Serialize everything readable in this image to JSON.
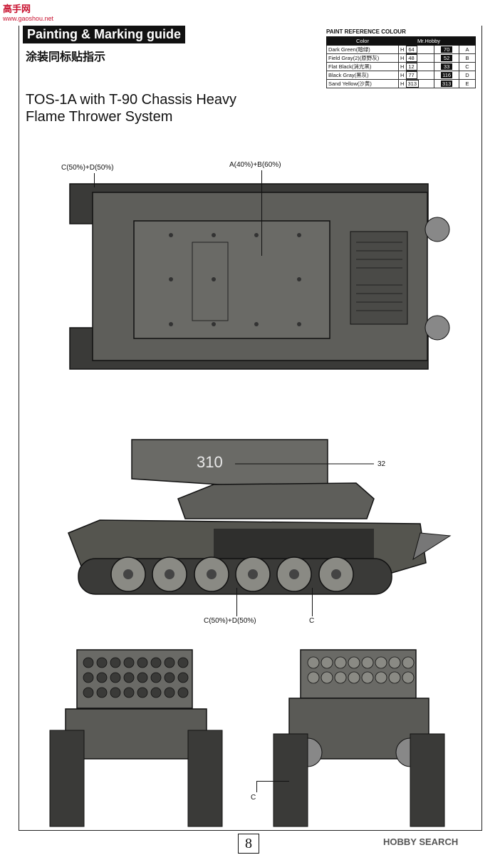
{
  "watermark": {
    "site": "高手网",
    "url": "www.gaoshou.net"
  },
  "guide": {
    "title": "Painting & Marking guide",
    "title_cn": "涂装同标贴指示"
  },
  "model": {
    "title_line1": "TOS-1A with T-90 Chassis Heavy",
    "title_line2": "Flame Thrower System"
  },
  "paint_reference": {
    "heading": "PAINT REFERENCE COLOUR",
    "col_color": "Color",
    "col_brand": "Mr.Hobby",
    "rows": [
      {
        "name": "Dark Green(暗绿)",
        "h": "H",
        "h_code": "64",
        "c_code": "70",
        "letter": "A"
      },
      {
        "name": "Field Gray(2)(原野灰)",
        "h": "H",
        "h_code": "48",
        "c_code": "52",
        "letter": "B"
      },
      {
        "name": "Flat Black(消光黑)",
        "h": "H",
        "h_code": "12",
        "c_code": "33",
        "letter": "C"
      },
      {
        "name": "Black Gray(黑灰)",
        "h": "H",
        "h_code": "77",
        "c_code": "116",
        "letter": "D"
      },
      {
        "name": "Sand Yellow(沙黄)",
        "h": "H",
        "h_code": "313",
        "c_code": "313",
        "letter": "E"
      }
    ]
  },
  "labels": {
    "top_track": "C(50%)+D(50%)",
    "top_body": "A(40%)+B(60%)",
    "side_number": "310",
    "side_decal": "32",
    "side_track": "C(50%)+D(50%)",
    "side_c": "C",
    "rear_c": "C"
  },
  "page_number": "8",
  "footer_watermark": "HOBBY SEARCH",
  "colors": {
    "hull": "#5a5a56",
    "dark": "#2a2a28",
    "mid": "#777772",
    "light": "#9a9a94"
  }
}
